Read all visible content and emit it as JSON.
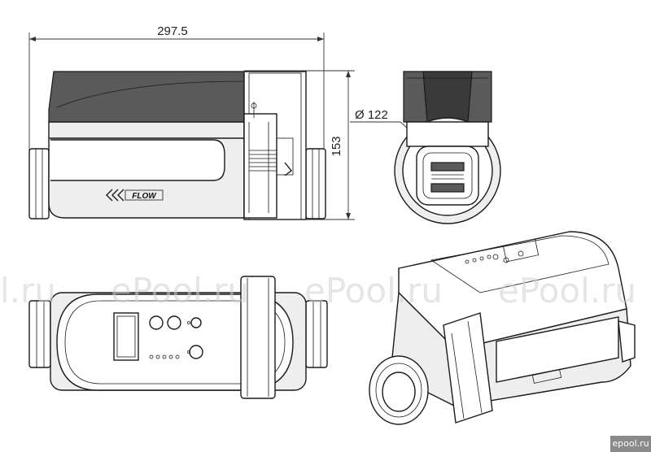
{
  "dimensions": {
    "length": "297.5",
    "height": "153",
    "diameter": "Ø 122"
  },
  "labels": {
    "flow": "FLOW"
  },
  "watermark": {
    "texts": [
      "l.ru",
      "ePool.ru",
      "ePool.ru",
      "ePool.ru"
    ]
  },
  "badge": {
    "text": "epool.ru"
  },
  "colors": {
    "line": "#1a1a1a",
    "dark_shade": "#5a5a5a",
    "light_fill": "#eeeeee",
    "watermark": "#cfcfcf",
    "badge": "#8a8a8a"
  }
}
